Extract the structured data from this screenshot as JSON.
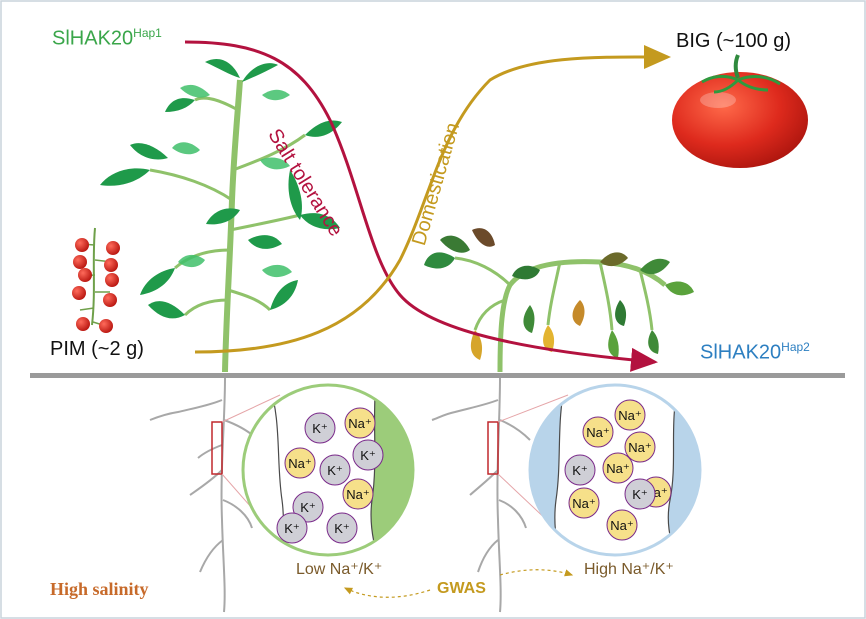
{
  "labels": {
    "hap1_base": "SlHAK20",
    "hap1_sup": "Hap1",
    "hap2_base": "SlHAK20",
    "hap2_sup": "Hap2",
    "big": "BIG (~100 g)",
    "pim": "PIM (~2 g)",
    "salt_tolerance": "Salt tolerance",
    "domestication": "Domestication",
    "high_salinity": "High salinity",
    "gwas": "GWAS",
    "low_ratio": "Low Na⁺/K⁺",
    "high_ratio": "High Na⁺/K⁺"
  },
  "ions": {
    "na": "Na⁺",
    "k": "K⁺"
  },
  "left_cell_ions": [
    "K⁺",
    "Na⁺",
    "Na⁺",
    "K⁺",
    "K⁺",
    "K⁺",
    "Na⁺",
    "K⁺",
    "K⁺"
  ],
  "right_cell_ions": [
    "Na⁺",
    "Na⁺",
    "Na⁺",
    "Na⁺",
    "K⁺",
    "Na⁺",
    "Na⁺",
    "K⁺",
    "Na⁺"
  ],
  "colors": {
    "hap1": "#3aa64a",
    "hap2": "#2d7fc1",
    "salt_arrow": "#b3123f",
    "domestication_arrow": "#c49a1f",
    "high_salinity": "#c76a2a",
    "gwas": "#c49a1f",
    "ratio_text": "#7a5a2a",
    "na_ion": "#f6e08a",
    "k_ion": "#cfcfd6",
    "left_cell_wall": "#9ccc7a",
    "right_cell_wall": "#b8d4ea",
    "soil_line": "#9a9a9a",
    "tomato": "#d9271e"
  }
}
